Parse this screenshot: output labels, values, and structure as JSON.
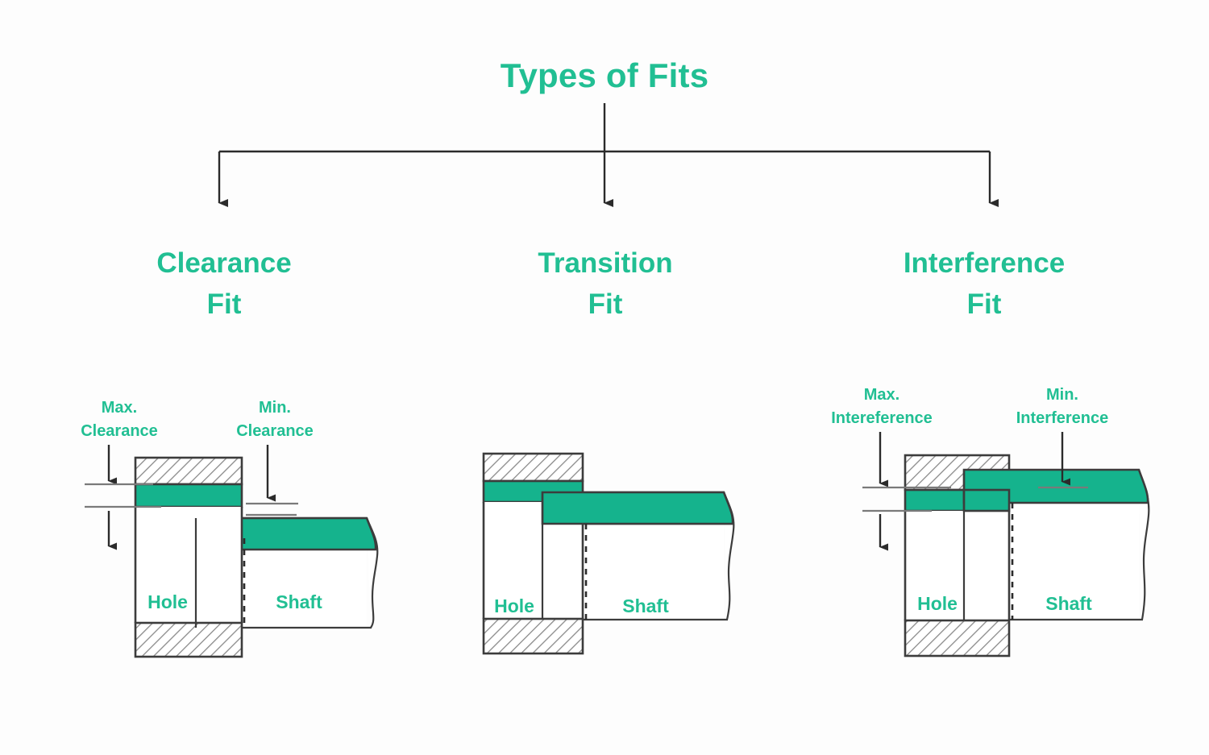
{
  "page": {
    "background": "#fdfdfd",
    "accent_color": "#21bf93",
    "band_color": "#15b38d",
    "break_color": "#b9f0de",
    "line_color": "#3c3c3c"
  },
  "header": {
    "title": "Types of Fits"
  },
  "categories": [
    {
      "id": "clearance",
      "title_line1": "Clearance",
      "title_line2": "Fit",
      "hole_label": "Hole",
      "shaft_label": "Shaft",
      "annotations": [
        {
          "id": "max-clearance",
          "line1": "Max.",
          "line2": "Clearance"
        },
        {
          "id": "min-clearance",
          "line1": "Min.",
          "line2": "Clearance"
        }
      ]
    },
    {
      "id": "transition",
      "title_line1": "Transition",
      "title_line2": "Fit",
      "hole_label": "Hole",
      "shaft_label": "Shaft",
      "annotations": []
    },
    {
      "id": "interference",
      "title_line1": "Interference",
      "title_line2": "Fit",
      "hole_label": "Hole",
      "shaft_label": "Shaft",
      "annotations": [
        {
          "id": "max-interference",
          "line1": "Max.",
          "line2": "Intereference"
        },
        {
          "id": "min-interference",
          "line1": "Min.",
          "line2": "Interference"
        }
      ]
    }
  ]
}
